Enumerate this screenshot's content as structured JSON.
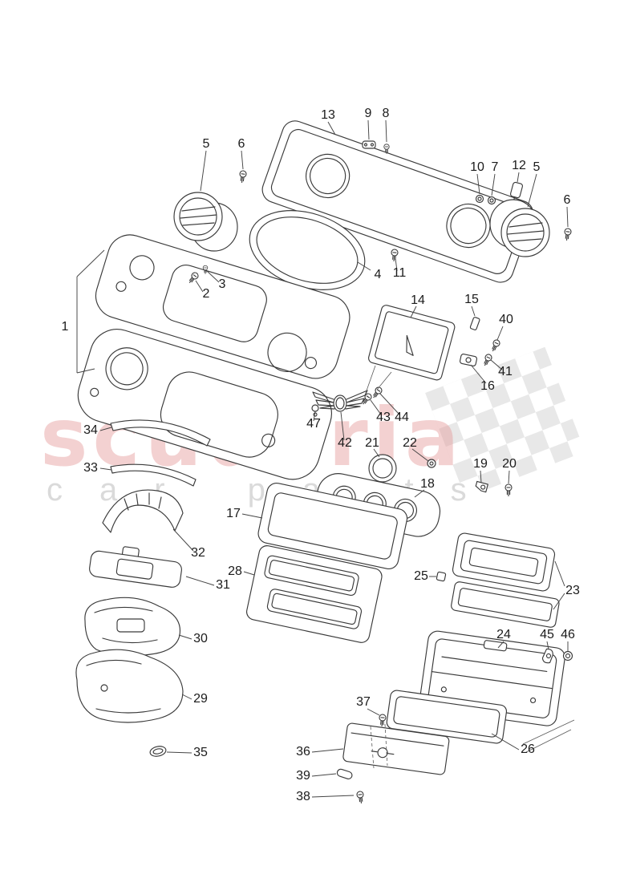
{
  "page": {
    "background": "#ffffff"
  },
  "watermark": {
    "brand": "scuderia",
    "subtitle": "car parts",
    "brand_color": "#e59a9a",
    "subtitle_color": "#d9d9d9",
    "flag_color": "#e4e4e4"
  },
  "diagram": {
    "description": "Exploded parts diagram of vehicle dashboard, instrument panel and glovebox components"
  },
  "labels": {
    "l1": "1",
    "l2": "2",
    "l3": "3",
    "l4": "4",
    "l5a": "5",
    "l5b": "5",
    "l6a": "6",
    "l6b": "6",
    "l7": "7",
    "l8": "8",
    "l9": "9",
    "l10": "10",
    "l11": "11",
    "l12": "12",
    "l13": "13",
    "l14": "14",
    "l15": "15",
    "l16": "16",
    "l17": "17",
    "l18": "18",
    "l19": "19",
    "l20": "20",
    "l21": "21",
    "l22": "22",
    "l23": "23",
    "l24": "24",
    "l25": "25",
    "l26": "26",
    "l28": "28",
    "l29": "29",
    "l30": "30",
    "l31": "31",
    "l32": "32",
    "l33": "33",
    "l34": "34",
    "l35": "35",
    "l36": "36",
    "l37": "37",
    "l38": "38",
    "l39": "39",
    "l40": "40",
    "l41": "41",
    "l42": "42",
    "l43": "43",
    "l44": "44",
    "l45": "45",
    "l46": "46",
    "l47": "47"
  }
}
